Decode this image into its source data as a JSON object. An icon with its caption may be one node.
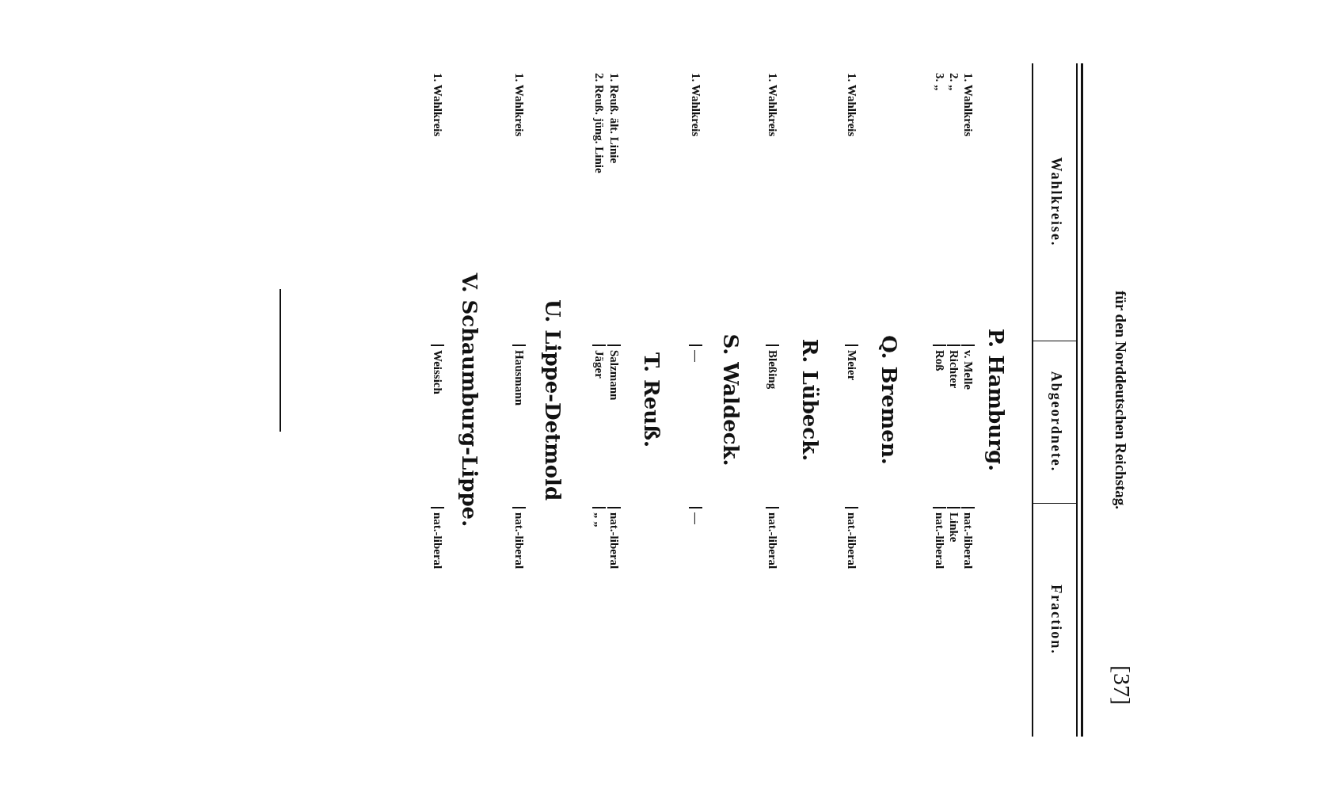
{
  "diagram": {
    "title": "für den Norddeutschen Reichstag.",
    "labels": [
      "[37]",
      "Wahlkreise.",
      "Abgeordnete.",
      "Fraction.",
      "P. Hamburg.",
      "1. Wahlkreis",
      "v. Melle",
      "nat.-liberal",
      "2. „",
      "Richter",
      "Linke",
      "3. „",
      "Roß",
      "nat.-liberal",
      "Q. Bremen.",
      "1. Wahlkreis",
      "Meier",
      "nat.-liberal",
      "R. Lübeck.",
      "1. Wahlkreis",
      "Bleßing",
      "nat.-liberal",
      "S. Waldeck.",
      "1. Wahlkreis",
      "—",
      "—",
      "T. Reuß.",
      "1. Reuß. ält. Linie",
      "Salzmann",
      "nat.-liberal",
      "2. Reuß. jüng. Linie",
      "Jäger",
      "„ „",
      "U. Lippe-Detmold",
      "1. Wahlkreis",
      "Hausmann",
      "nat.-liberal",
      "V. Schaumburg-Lippe.",
      "1. Wahlkreis",
      "Weissich",
      "nat.-liberal"
    ]
  }
}
